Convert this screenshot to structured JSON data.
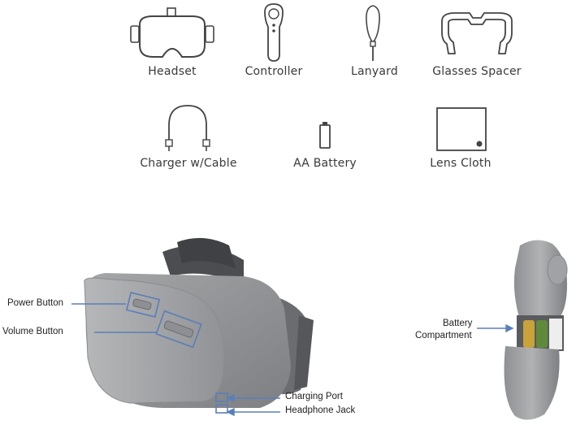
{
  "box_contents": {
    "items": [
      {
        "label": "Headset",
        "icon": "headset-icon"
      },
      {
        "label": "Controller",
        "icon": "controller-icon"
      },
      {
        "label": "Lanyard",
        "icon": "lanyard-icon"
      },
      {
        "label": "Glasses Spacer",
        "icon": "glasses-spacer-icon"
      },
      {
        "label": "Charger w/Cable",
        "icon": "charger-cable-icon"
      },
      {
        "label": "AA Battery",
        "icon": "aa-battery-icon"
      },
      {
        "label": "Lens Cloth",
        "icon": "lens-cloth-icon"
      }
    ]
  },
  "headset_diagram": {
    "callouts": {
      "power_button": "Power Button",
      "volume_button": "Volume Button",
      "charging_port": "Charging Port",
      "headphone_jack": "Headphone Jack"
    },
    "callout_color": "#5b7fb8"
  },
  "controller_diagram": {
    "callouts": {
      "battery_line1": "Battery",
      "battery_line2": "Compartment"
    }
  }
}
